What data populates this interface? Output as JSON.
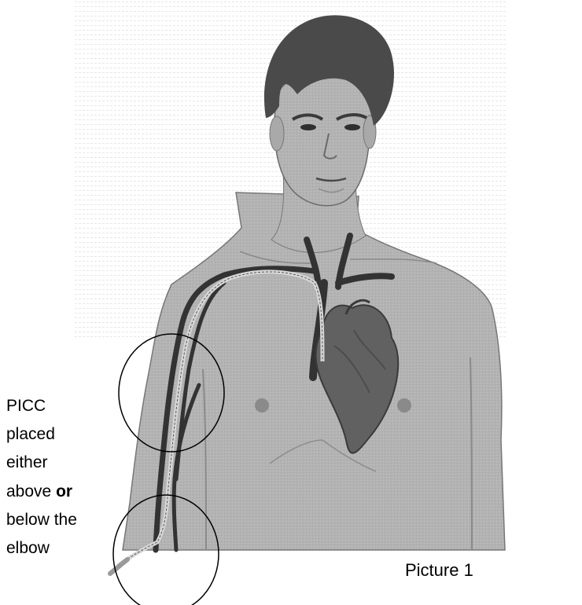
{
  "label": {
    "line1": "PICC",
    "line2": "placed",
    "line3": "either",
    "line4_text": "above",
    "line4_bold": "or",
    "line5": "below the",
    "line6": "elbow"
  },
  "caption": "Picture 1",
  "colors": {
    "skin": "#b3b3b3",
    "skin_shadow": "#9b9b9b",
    "hair": "#4a4a4a",
    "outline": "#5a5a5a",
    "vessel": "#333333",
    "heart": "#616161",
    "catheter": "#d8d8d8",
    "circle": "#000000"
  }
}
